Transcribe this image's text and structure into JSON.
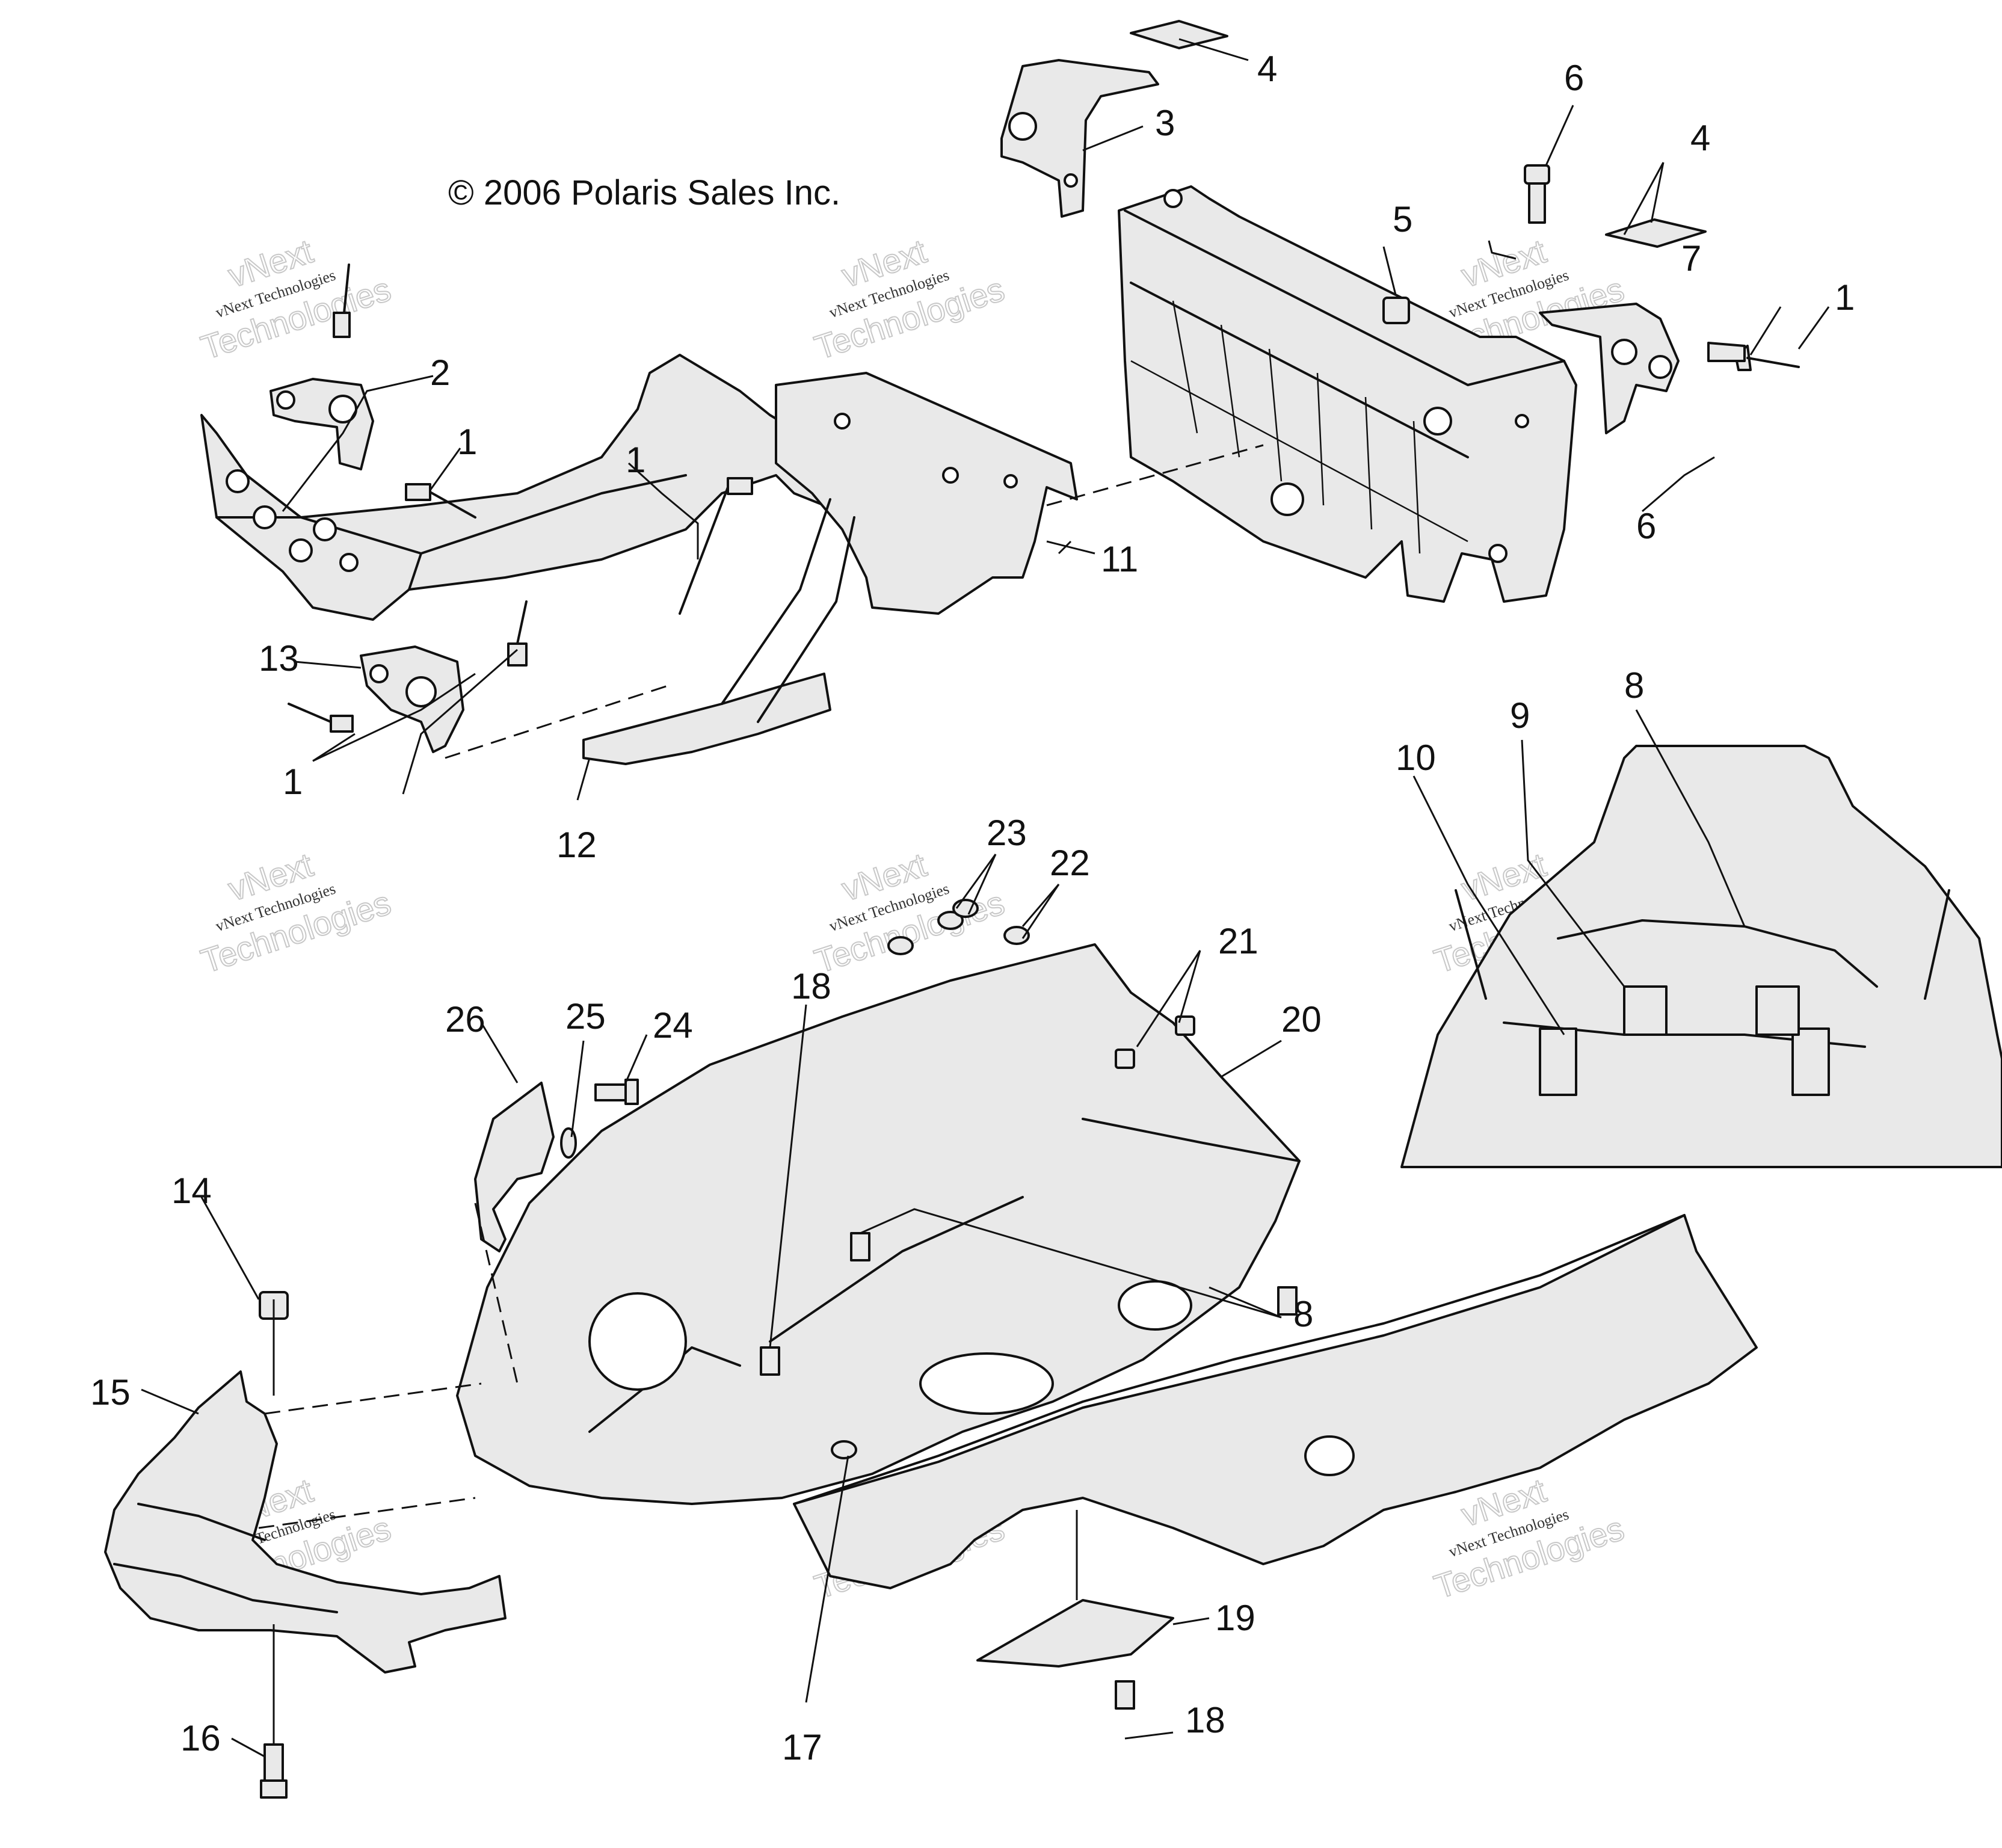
{
  "diagram": {
    "copyright": "© 2006 Polaris Sales Inc.",
    "watermark": {
      "line1": "vNext",
      "line2": "vNext Technologies",
      "line3": "Technologies"
    },
    "callouts": {
      "c1a": "1",
      "c1b": "1",
      "c1c": "1",
      "c1d": "1",
      "c1e": "1",
      "c2": "2",
      "c3": "3",
      "c4a": "4",
      "c4b": "4",
      "c5": "5",
      "c6a": "6",
      "c6b": "6",
      "c7": "7",
      "c8a": "8",
      "c8b": "8",
      "c9": "9",
      "c10": "10",
      "c11": "11",
      "c12": "12",
      "c13": "13",
      "c14": "14",
      "c15": "15",
      "c16": "16",
      "c17": "17",
      "c18a": "18",
      "c18b": "18",
      "c19": "19",
      "c20": "20",
      "c21": "21",
      "c22": "22",
      "c23": "23",
      "c24": "24",
      "c25": "25",
      "c26": "26"
    }
  }
}
